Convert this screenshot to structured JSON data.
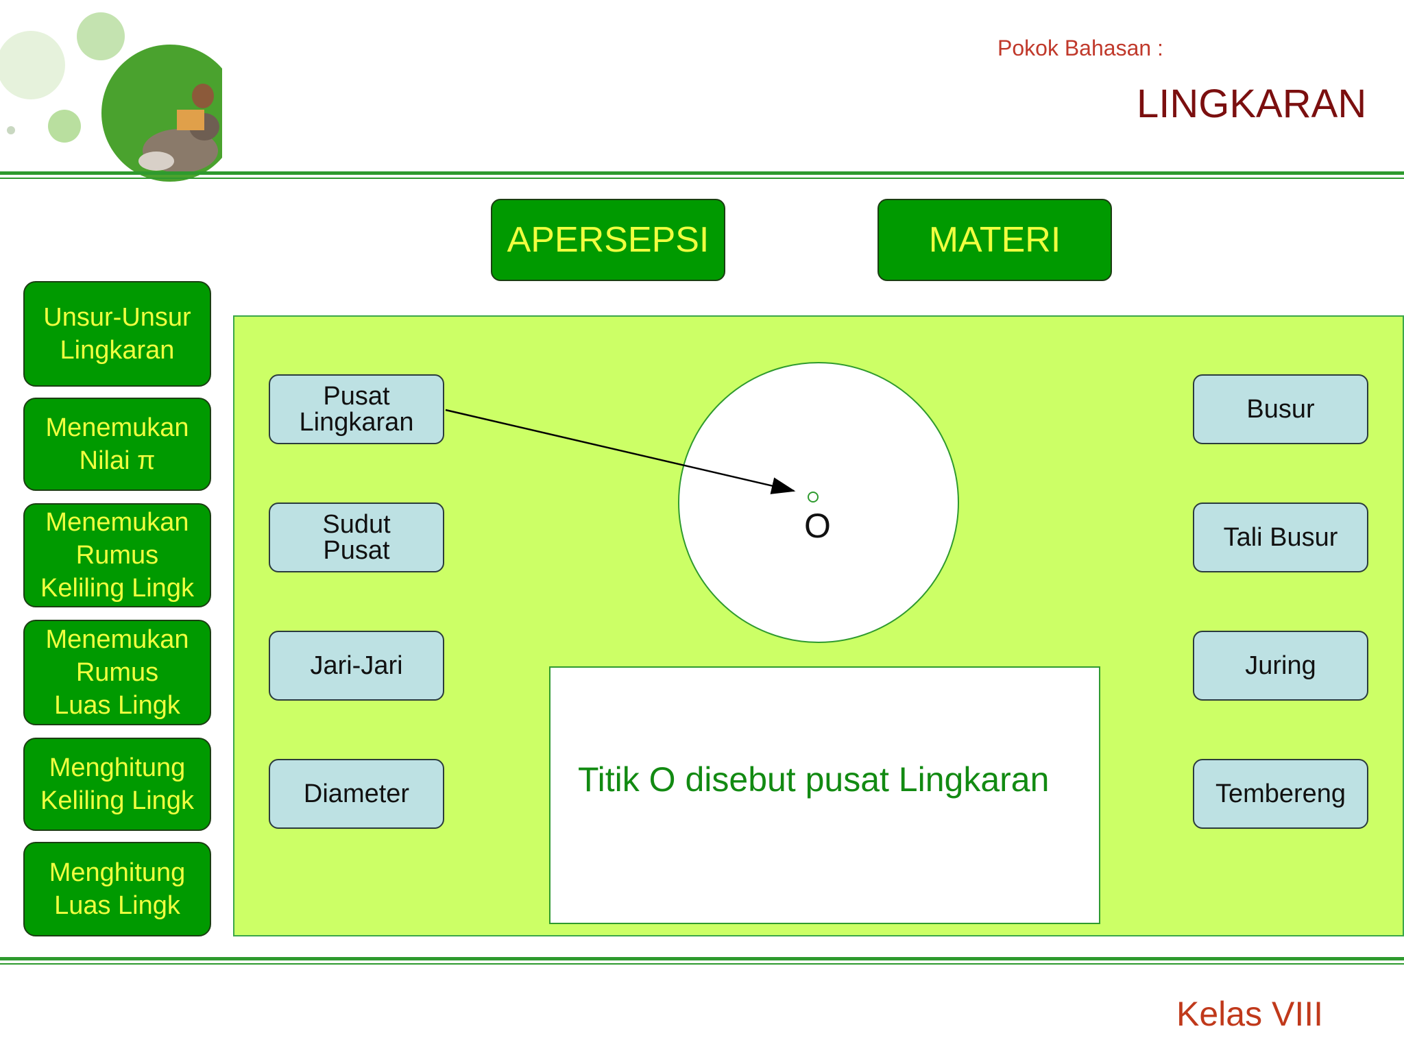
{
  "header": {
    "subtitle": "Pokok Bahasan :",
    "title": "LINGKARAN"
  },
  "footer": {
    "class_label": "Kelas VIII"
  },
  "top_nav": [
    {
      "label": "APERSEPSI"
    },
    {
      "label": "MATERI"
    }
  ],
  "sidebar": {
    "items": [
      {
        "label": "Unsur-Unsur\nLingkaran"
      },
      {
        "label": "Menemukan\nNilai π"
      },
      {
        "label": "Menemukan\nRumus\nKeliling Lingk"
      },
      {
        "label": "Menemukan\nRumus\nLuas Lingk"
      },
      {
        "label": "Menghitung\nKeliling Lingk"
      },
      {
        "label": "Menghitung\nLuas Lingk"
      }
    ]
  },
  "terms_left": [
    {
      "label": "Pusat\nLingkaran"
    },
    {
      "label": "Sudut\nPusat"
    },
    {
      "label": "Jari-Jari"
    },
    {
      "label": "Diameter"
    }
  ],
  "terms_right": [
    {
      "label": "Busur"
    },
    {
      "label": "Tali Busur"
    },
    {
      "label": "Juring"
    },
    {
      "label": "Tembereng"
    }
  ],
  "diagram": {
    "center_label": "O"
  },
  "info": {
    "text": "Titik O disebut pusat Lingkaran"
  },
  "colors": {
    "button_green": "#009a00",
    "button_text": "#f0ff40",
    "panel_bg": "#ccff66",
    "term_bg": "#bde1e3",
    "title_color": "#7b0f0f",
    "accent_red": "#c0392b"
  }
}
